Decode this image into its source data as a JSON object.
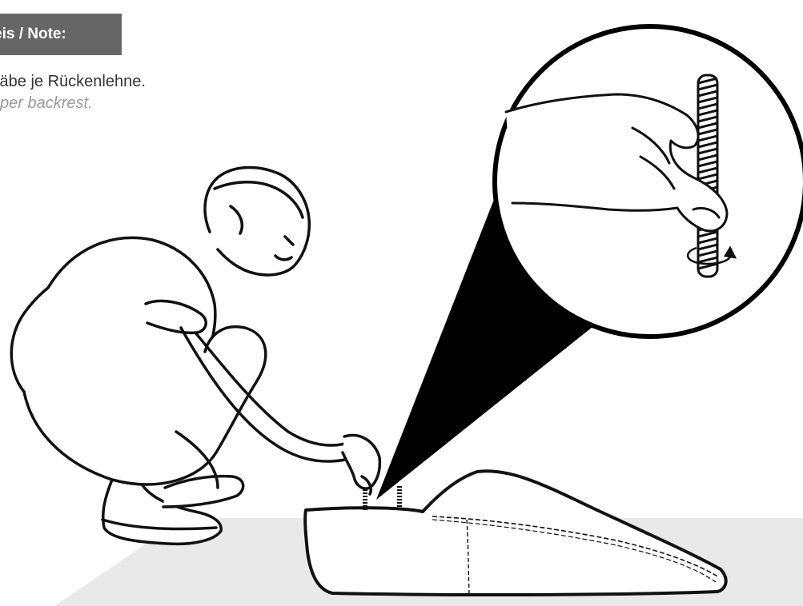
{
  "note": {
    "tag_label": "eis / Note:",
    "text_de": "täbe je Rückenlehne.",
    "text_en": " per backrest."
  },
  "colors": {
    "tag_background": "#666666",
    "floor": "#e9e9e9",
    "line": "#111111"
  }
}
